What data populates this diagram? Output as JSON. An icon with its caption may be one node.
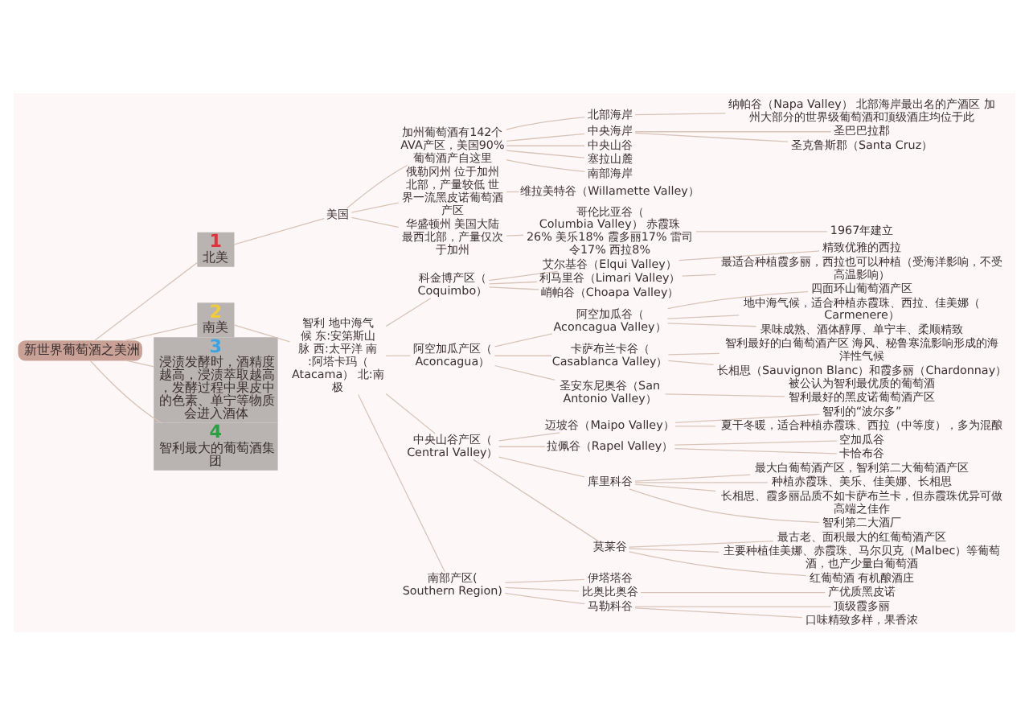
{
  "diagram": {
    "nodes": [
      {
        "text": [
          "新世界葡萄酒之美洲"
        ]
      },
      {
        "text": [
          "1",
          "北美"
        ]
      },
      {
        "text": [
          "美国"
        ]
      },
      {
        "text": [
          "加州葡萄酒有142个AVA产区，美国90%葡萄酒产自这里"
        ]
      },
      {
        "text": [
          "北部海岸"
        ]
      },
      {
        "text": [
          "纳帕谷（Napa Valley） 北部海岸最出名的产酒区 加州大部分的世界级葡萄酒和顶级酒庄均位于此"
        ]
      },
      {
        "text": [
          "中央海岸"
        ]
      },
      {
        "text": [
          "圣巴巴拉郡"
        ]
      },
      {
        "text": [
          "圣克鲁斯郡（Santa Cruz）"
        ]
      },
      {
        "text": [
          "中央山谷"
        ]
      },
      {
        "text": [
          "塞拉山麓"
        ]
      },
      {
        "text": [
          "南部海岸"
        ]
      },
      {
        "text": [
          "俄勒冈州 位于加州北部，产量较低 世界一流黑皮诺葡萄酒产区"
        ]
      },
      {
        "text": [
          "维拉美特谷（Willamette Valley）"
        ]
      },
      {
        "text": [
          "华盛顿州 美国大陆最西北部，产量仅次于加州"
        ]
      },
      {
        "text": [
          "哥伦比亚谷（Columbia Valley） 赤霞珠26% 美乐18% 霞多丽17% 雷司令17% 西拉8%"
        ]
      },
      {
        "text": [
          "1967年建立"
        ]
      },
      {
        "text": [
          "2",
          "南美"
        ]
      },
      {
        "text": [
          "智利 地中海气候 东:安第斯山脉 西:太平洋 南:阿塔卡玛（Atacama） 北:南极"
        ]
      },
      {
        "text": [
          "科金博产区（Coquimbo）"
        ]
      },
      {
        "text": [
          "艾尔基谷（Elqui Valley）"
        ]
      },
      {
        "text": [
          "精致优雅的西拉"
        ]
      },
      {
        "text": [
          "利马里谷（Limari Valley）"
        ]
      },
      {
        "text": [
          "最适合种植霞多丽，西拉也可以种植（受海洋影响，不受高温影响）"
        ]
      },
      {
        "text": [
          "峭帕谷（Choapa Valley）"
        ]
      },
      {
        "text": [
          "阿空加瓜产区（Aconcagua）"
        ]
      },
      {
        "text": [
          "阿空加瓜谷（Aconcagua Valley）"
        ]
      },
      {
        "text": [
          "四面环山葡萄酒产区"
        ]
      },
      {
        "text": [
          "地中海气候，适合种植赤霞珠、西拉、佳美娜（Carmenere）"
        ]
      },
      {
        "text": [
          "果味成熟、酒体醇厚、单宁丰、柔顺精致"
        ]
      },
      {
        "text": [
          "卡萨布兰卡谷（Casablanca Valley）"
        ]
      },
      {
        "text": [
          "智利最好的白葡萄酒产区 海风、秘鲁寒流影响形成的海洋性气候"
        ]
      },
      {
        "text": [
          "长相思（Sauvignon Blanc）和霞多丽（Chardonnay）被公认为智利最优质的葡萄酒"
        ]
      },
      {
        "text": [
          "圣安东尼奥谷（San Antonio Valley）"
        ]
      },
      {
        "text": [
          "智利最好的黑皮诺葡萄酒产区"
        ]
      },
      {
        "text": [
          "中央山谷产区（Central Valley）"
        ]
      },
      {
        "text": [
          "迈坡谷（Maipo Valley）"
        ]
      },
      {
        "text": [
          "智利的“波尔多”"
        ]
      },
      {
        "text": [
          "夏干冬暖，适合种植赤霞珠、西拉（中等度），多为混酿"
        ]
      },
      {
        "text": [
          "拉佩谷（Rapel Valley）"
        ]
      },
      {
        "text": [
          "空加瓜谷"
        ]
      },
      {
        "text": [
          "卡恰布谷"
        ]
      },
      {
        "text": [
          "库里科谷"
        ]
      },
      {
        "text": [
          "最大白葡萄酒产区，智利第二大葡萄酒产区"
        ]
      },
      {
        "text": [
          "种植赤霞珠、美乐、佳美娜、长相思"
        ]
      },
      {
        "text": [
          "长相思、霞多丽品质不如卡萨布兰卡，但赤霞珠优异可做高端之佳作"
        ]
      },
      {
        "text": [
          "智利第二大酒厂"
        ]
      },
      {
        "text": [
          "莫莱谷"
        ]
      },
      {
        "text": [
          "最古老、面积最大的红葡萄酒产区"
        ]
      },
      {
        "text": [
          "主要种植佳美娜、赤霞珠、马尔贝克（Malbec）等葡萄酒，也产少量白葡萄酒"
        ]
      },
      {
        "text": [
          "红葡萄酒 有机酿酒庄"
        ]
      },
      {
        "text": [
          "南部产区(Southern Region)"
        ]
      },
      {
        "text": [
          "伊塔塔谷"
        ]
      },
      {
        "text": [
          "比奥比奥谷"
        ]
      },
      {
        "text": [
          "产优质黑皮诺"
        ]
      },
      {
        "text": [
          "马勒科谷"
        ]
      },
      {
        "text": [
          "顶级霞多丽"
        ]
      },
      {
        "text": [
          "口味精致多样，果香浓"
        ]
      },
      {
        "text": [
          "3",
          "浸渍发酵时，酒精度越高，浸渍萃取越高，发酵过程中果皮中的色素、单宁等物质会进入酒体"
        ]
      },
      {
        "text": [
          "4",
          "智利最大的葡萄酒集团"
        ]
      }
    ],
    "edges": [
      {
        "from": 0,
        "to": 1,
        "arrow": "none"
      },
      {
        "from": 1,
        "to": 2,
        "arrow": "none"
      },
      {
        "from": 2,
        "to": 3,
        "arrow": "none"
      },
      {
        "from": 3,
        "to": 4,
        "arrow": "none"
      },
      {
        "from": 4,
        "to": 5,
        "arrow": "none"
      },
      {
        "from": 3,
        "to": 6,
        "arrow": "none"
      },
      {
        "from": 6,
        "to": 7,
        "arrow": "none"
      },
      {
        "from": 6,
        "to": 8,
        "arrow": "none"
      },
      {
        "from": 3,
        "to": 9,
        "arrow": "none"
      },
      {
        "from": 3,
        "to": 10,
        "arrow": "none"
      },
      {
        "from": 3,
        "to": 11,
        "arrow": "none"
      },
      {
        "from": 2,
        "to": 12,
        "arrow": "none"
      },
      {
        "from": 12,
        "to": 13,
        "arrow": "none"
      },
      {
        "from": 2,
        "to": 14,
        "arrow": "none"
      },
      {
        "from": 14,
        "to": 15,
        "arrow": "none"
      },
      {
        "from": 15,
        "to": 16,
        "arrow": "none"
      },
      {
        "from": 0,
        "to": 17,
        "arrow": "none"
      },
      {
        "from": 17,
        "to": 18,
        "arrow": "none"
      },
      {
        "from": 18,
        "to": 19,
        "arrow": "none"
      },
      {
        "from": 19,
        "to": 20,
        "arrow": "none"
      },
      {
        "from": 20,
        "to": 21,
        "arrow": "none"
      },
      {
        "from": 19,
        "to": 22,
        "arrow": "none"
      },
      {
        "from": 22,
        "to": 23,
        "arrow": "none"
      },
      {
        "from": 19,
        "to": 24,
        "arrow": "none"
      },
      {
        "from": 18,
        "to": 25,
        "arrow": "none"
      },
      {
        "from": 25,
        "to": 26,
        "arrow": "none"
      },
      {
        "from": 26,
        "to": 27,
        "arrow": "none"
      },
      {
        "from": 26,
        "to": 28,
        "arrow": "none"
      },
      {
        "from": 26,
        "to": 29,
        "arrow": "none"
      },
      {
        "from": 25,
        "to": 30,
        "arrow": "none"
      },
      {
        "from": 30,
        "to": 31,
        "arrow": "none"
      },
      {
        "from": 30,
        "to": 32,
        "arrow": "none"
      },
      {
        "from": 25,
        "to": 33,
        "arrow": "none"
      },
      {
        "from": 33,
        "to": 34,
        "arrow": "none"
      },
      {
        "from": 18,
        "to": 35,
        "arrow": "none"
      },
      {
        "from": 35,
        "to": 36,
        "arrow": "none"
      },
      {
        "from": 36,
        "to": 37,
        "arrow": "none"
      },
      {
        "from": 36,
        "to": 38,
        "arrow": "none"
      },
      {
        "from": 35,
        "to": 39,
        "arrow": "none"
      },
      {
        "from": 39,
        "to": 40,
        "arrow": "none"
      },
      {
        "from": 39,
        "to": 41,
        "arrow": "none"
      },
      {
        "from": 35,
        "to": 42,
        "arrow": "none"
      },
      {
        "from": 42,
        "to": 43,
        "arrow": "none"
      },
      {
        "from": 42,
        "to": 44,
        "arrow": "none"
      },
      {
        "from": 42,
        "to": 45,
        "arrow": "none"
      },
      {
        "from": 42,
        "to": 46,
        "arrow": "none"
      },
      {
        "from": 35,
        "to": 47,
        "arrow": "none"
      },
      {
        "from": 47,
        "to": 48,
        "arrow": "none"
      },
      {
        "from": 47,
        "to": 49,
        "arrow": "none"
      },
      {
        "from": 47,
        "to": 50,
        "arrow": "none"
      },
      {
        "from": 18,
        "to": 51,
        "arrow": "none"
      },
      {
        "from": 51,
        "to": 52,
        "arrow": "none"
      },
      {
        "from": 51,
        "to": 53,
        "arrow": "none"
      },
      {
        "from": 53,
        "to": 54,
        "arrow": "none"
      },
      {
        "from": 51,
        "to": 55,
        "arrow": "none"
      },
      {
        "from": 55,
        "to": 56,
        "arrow": "none"
      },
      {
        "from": 55,
        "to": 57,
        "arrow": "none"
      },
      {
        "from": 0,
        "to": 58,
        "arrow": "none"
      },
      {
        "from": 0,
        "to": 59,
        "arrow": "none"
      }
    ]
  }
}
